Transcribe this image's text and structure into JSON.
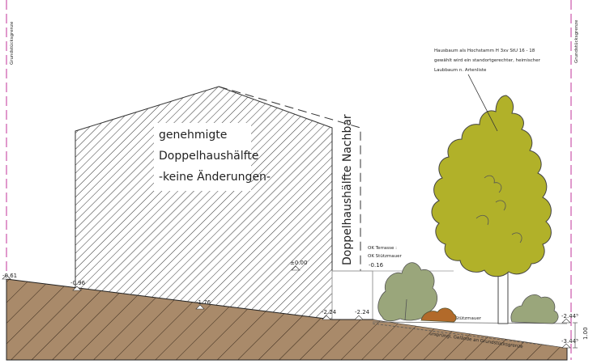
{
  "boundary": {
    "left_label": "Grundstücksgrenze",
    "right_label": "Grundstücksgrenze"
  },
  "house": {
    "line1": "genehmigte",
    "line2": "Doppelhaushälfte",
    "line3": "-keine Änderungen-"
  },
  "neighbor": {
    "label": "Doppelhaushälfte Nachbar"
  },
  "tree": {
    "note_line1": "Hausbaum als Hochstamm H 3xv StU 16 - 18",
    "note_line2": "gewählt wird ein standortgerechter, heimischer",
    "note_line3": "Laubbaum n. Artenliste"
  },
  "terrace": {
    "line1": "OK Terrasse :",
    "line2": "OK Stützmauer",
    "level": "-0.16"
  },
  "retaining_wall": {
    "label": "Stützmauer"
  },
  "terrain_note": "ursprüngl. Gelände an Grundstücksgrenze",
  "levels": {
    "l1": "-0.61",
    "l2": "-0.96",
    "l3": "±0.00",
    "l4": "-1.76",
    "l5": "-2.24",
    "l6": "-2.24",
    "l7": "-2.44⁵",
    "l8": "-3.44⁵",
    "dim": "1.00"
  },
  "colors": {
    "ground": "#a98a6a",
    "tree_crown": "#b1b129",
    "shrub": "#9aa67b",
    "boundary": "#c0339a"
  }
}
